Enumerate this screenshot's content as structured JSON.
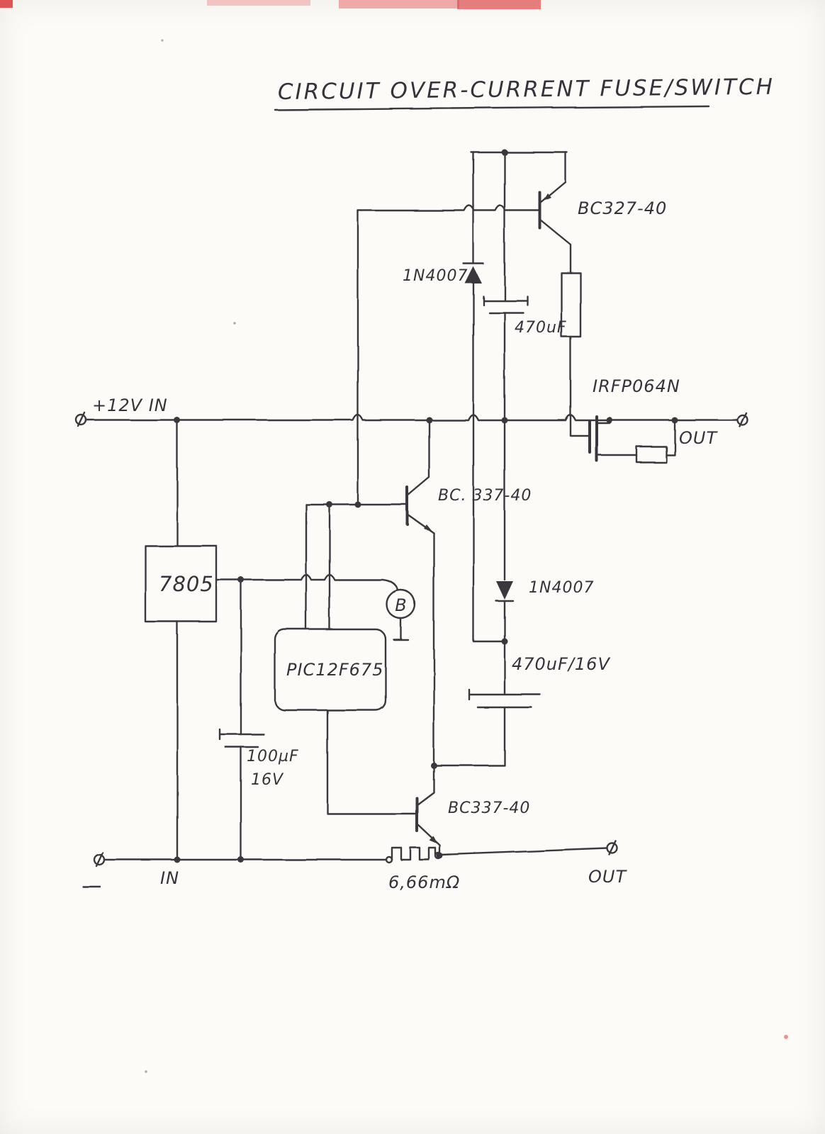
{
  "title": "CIRCUIT OVER-CURRENT FUSE/SWITCH",
  "rails": {
    "top_left_label": "+12V IN",
    "top_right_label": "OUT",
    "bottom_left_label": "IN",
    "bottom_right_label": "OUT"
  },
  "components": {
    "transistor_top": "BC327-40",
    "diode_top": "1N4007",
    "capacitor_top": "470uF",
    "mosfet": "IRFP064N",
    "transistor_mid": "BC. 337-40",
    "diode_mid": "1N4007",
    "capacitor_mid": "470uF/16V",
    "regulator": "7805",
    "microcontroller": "PIC12F675",
    "capacitor_left_value": "100µF",
    "capacitor_left_voltage": "16V",
    "transistor_bottom": "BC337-40",
    "shunt_resistor": "6,66mΩ",
    "node_b": "B"
  }
}
